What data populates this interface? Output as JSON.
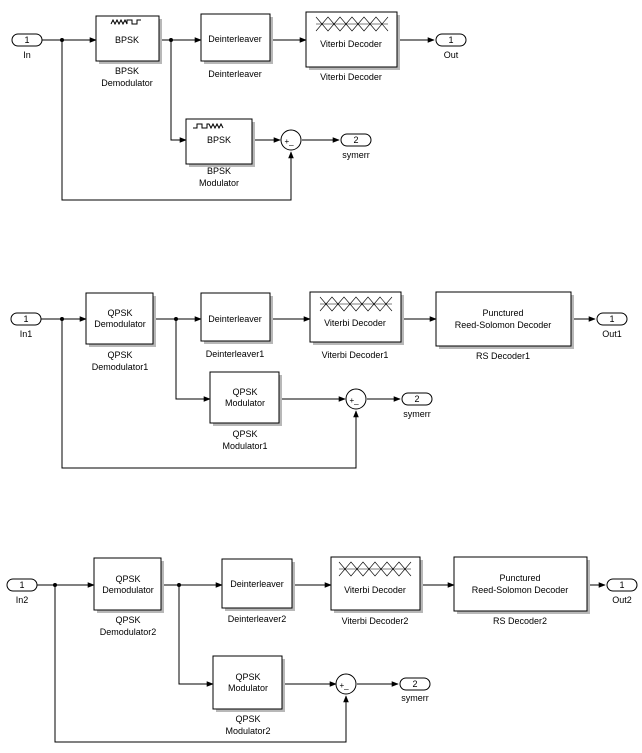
{
  "diagram1": {
    "inport": {
      "num": "1",
      "label": "In"
    },
    "bpsk_demod": {
      "inner": "BPSK",
      "caption1": "BPSK",
      "caption2": "Demodulator"
    },
    "deinterleaver": {
      "inner": "Deinterleaver",
      "caption": "Deinterleaver"
    },
    "viterbi": {
      "inner": "Viterbi Decoder",
      "caption": "Viterbi Decoder"
    },
    "outport": {
      "num": "1",
      "label": "Out"
    },
    "bpsk_mod": {
      "inner": "BPSK",
      "caption1": "BPSK",
      "caption2": "Modulator"
    },
    "sum_signs": "+_",
    "outport2": {
      "num": "2",
      "label": "symerr"
    }
  },
  "diagram2": {
    "inport": {
      "num": "1",
      "label": "In1"
    },
    "qpsk_demod": {
      "inner1": "QPSK",
      "inner2": "Demodulator",
      "caption1": "QPSK",
      "caption2": "Demodulator1"
    },
    "deinterleaver": {
      "inner": "Deinterleaver",
      "caption": "Deinterleaver1"
    },
    "viterbi": {
      "inner": "Viterbi Decoder",
      "caption": "Viterbi Decoder1"
    },
    "rs": {
      "inner1": "Punctured",
      "inner2": "Reed-Solomon Decoder",
      "caption": "RS Decoder1"
    },
    "outport": {
      "num": "1",
      "label": "Out1"
    },
    "qpsk_mod": {
      "inner1": "QPSK",
      "inner2": "Modulator",
      "caption1": "QPSK",
      "caption2": "Modulator1"
    },
    "sum_signs": "+_",
    "outport2": {
      "num": "2",
      "label": "symerr"
    }
  },
  "diagram3": {
    "inport": {
      "num": "1",
      "label": "In2"
    },
    "qpsk_demod": {
      "inner1": "QPSK",
      "inner2": "Demodulator",
      "caption1": "QPSK",
      "caption2": "Demodulator2"
    },
    "deinterleaver": {
      "inner": "Deinterleaver",
      "caption": "Deinterleaver2"
    },
    "viterbi": {
      "inner": "Viterbi Decoder",
      "caption": "Viterbi Decoder2"
    },
    "rs": {
      "inner1": "Punctured",
      "inner2": "Reed-Solomon Decoder",
      "caption": "RS Decoder2"
    },
    "outport": {
      "num": "1",
      "label": "Out2"
    },
    "qpsk_mod": {
      "inner1": "QPSK",
      "inner2": "Modulator",
      "caption1": "QPSK",
      "caption2": "Modulator2"
    },
    "sum_signs": "+_",
    "outport2": {
      "num": "2",
      "label": "symerr"
    }
  }
}
